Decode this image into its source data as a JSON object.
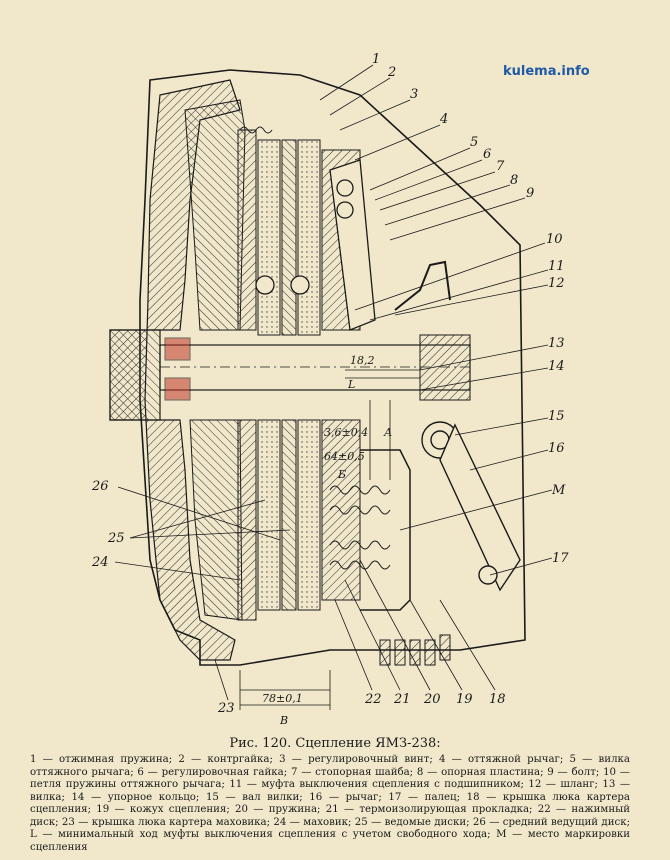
{
  "watermark": "kulema.info",
  "caption": "Рис. 120. Сцепление ЯМЗ-238:",
  "callouts": [
    "1",
    "2",
    "3",
    "4",
    "5",
    "6",
    "7",
    "8",
    "9",
    "10",
    "11",
    "12",
    "13",
    "14",
    "15",
    "16",
    "17",
    "18",
    "19",
    "20",
    "21",
    "22",
    "23",
    "24",
    "25",
    "26",
    "М"
  ],
  "dimensions": {
    "d1": "18,2",
    "d2": "L",
    "d3": "3,6±0,4",
    "d4": "64±0,5",
    "d5": "Б",
    "d6": "А",
    "d7": "78±0,1",
    "d8": "В"
  },
  "legend": [
    "1 — отжимная пружина;",
    "2 — контргайка;",
    "3 — регулировочный винт;",
    "4 — оттяжной рычаг;",
    "5 — вилка оттяжного рычага;",
    "6 — регулировочная гайка;",
    "7 — стопорная шайба;",
    "8 — опорная пластина;",
    "9 — болт;",
    "10 — петля пружины оттяжного рычага;",
    "11 — муфта выключения сцепления с подшипником;",
    "12 — шланг;",
    "13 — вилка;",
    "14 — упорное кольцо;",
    "15 — вал вилки;",
    "16 — рычаг;",
    "17 — палец;",
    "18 — крышка люка картера сцепления;",
    "19 — кожух сцепления;",
    "20 — пружина;",
    "21 — термоизолирующая прокладка;",
    "22 — нажимный диск;",
    "23 — крышка люка картера маховика;",
    "24 — маховик;",
    "25 — ведомые диски;",
    "26 — средний ведущий диск;",
    "L — минимальный ход муфты выключения сцепления с учетом свободного хода;",
    "М — место маркировки сцепления"
  ]
}
